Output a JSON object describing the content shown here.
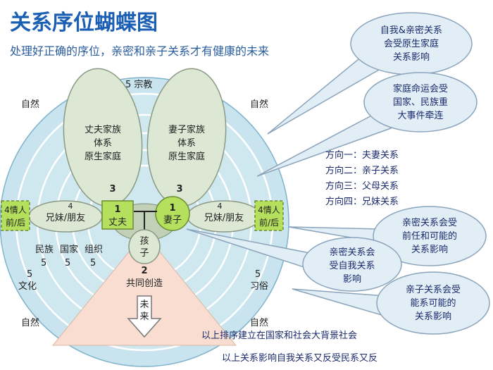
{
  "header": {
    "title": "关系序位蝴蝶图",
    "subtitle": "处理好正确的序位，亲密和亲子关系才有健康的未来"
  },
  "rings": {
    "nature_label": "自然",
    "religion_label": "5 宗教",
    "five": "5",
    "culture_label": "文化",
    "customs_label": "习俗",
    "society_row": [
      "民族",
      "国家",
      "组织"
    ],
    "society_numbers": [
      "5",
      "5",
      "5"
    ]
  },
  "petals": {
    "husband_family": [
      "丈夫家族",
      "体系",
      "原生家庭"
    ],
    "wife_family": [
      "妻子家族",
      "体系",
      "原生家庭"
    ],
    "three": "3",
    "four": "4",
    "sibling_label": "兄妹/朋友",
    "lover_label": [
      "4情人",
      "前/后"
    ]
  },
  "center": {
    "one": "1",
    "husband": "丈夫",
    "wife": "妻子",
    "child": [
      "孩",
      "子"
    ],
    "two": "2",
    "co_create": "共同创造",
    "future": [
      "未",
      "来"
    ]
  },
  "directions": [
    "方向一：夫妻关系",
    "方向二：亲子关系",
    "方向三：父母关系",
    "方向四：兄妹关系"
  ],
  "callouts": [
    {
      "lines": [
        "自我&亲密关系",
        "会受原生家庭",
        "关系影响"
      ]
    },
    {
      "lines": [
        "家庭命运会受",
        "国家、民族重",
        "大事件牵连"
      ]
    },
    {
      "lines": [
        "亲密关系会受",
        "前任和可能的",
        "关系影响"
      ]
    },
    {
      "lines": [
        "亲密关系会",
        "受自我关系",
        "影响"
      ]
    },
    {
      "lines": [
        "亲子关系会受",
        "能系可能的",
        "关系影响"
      ]
    }
  ],
  "footer": [
    "以上排序建立在国家和社会大背景社会",
    "以上关系影响自我关系又反受民系又反"
  ],
  "colors": {
    "title": "#1a5fb4",
    "ring_fill": "#cfe8f0",
    "ring_line": "#ffffff",
    "petal": "#dce7d4",
    "green": "#b5e05e",
    "cone": "#f8ddd0",
    "bubble": "#e2eef6",
    "bubble_stroke": "#8aa4bc"
  }
}
